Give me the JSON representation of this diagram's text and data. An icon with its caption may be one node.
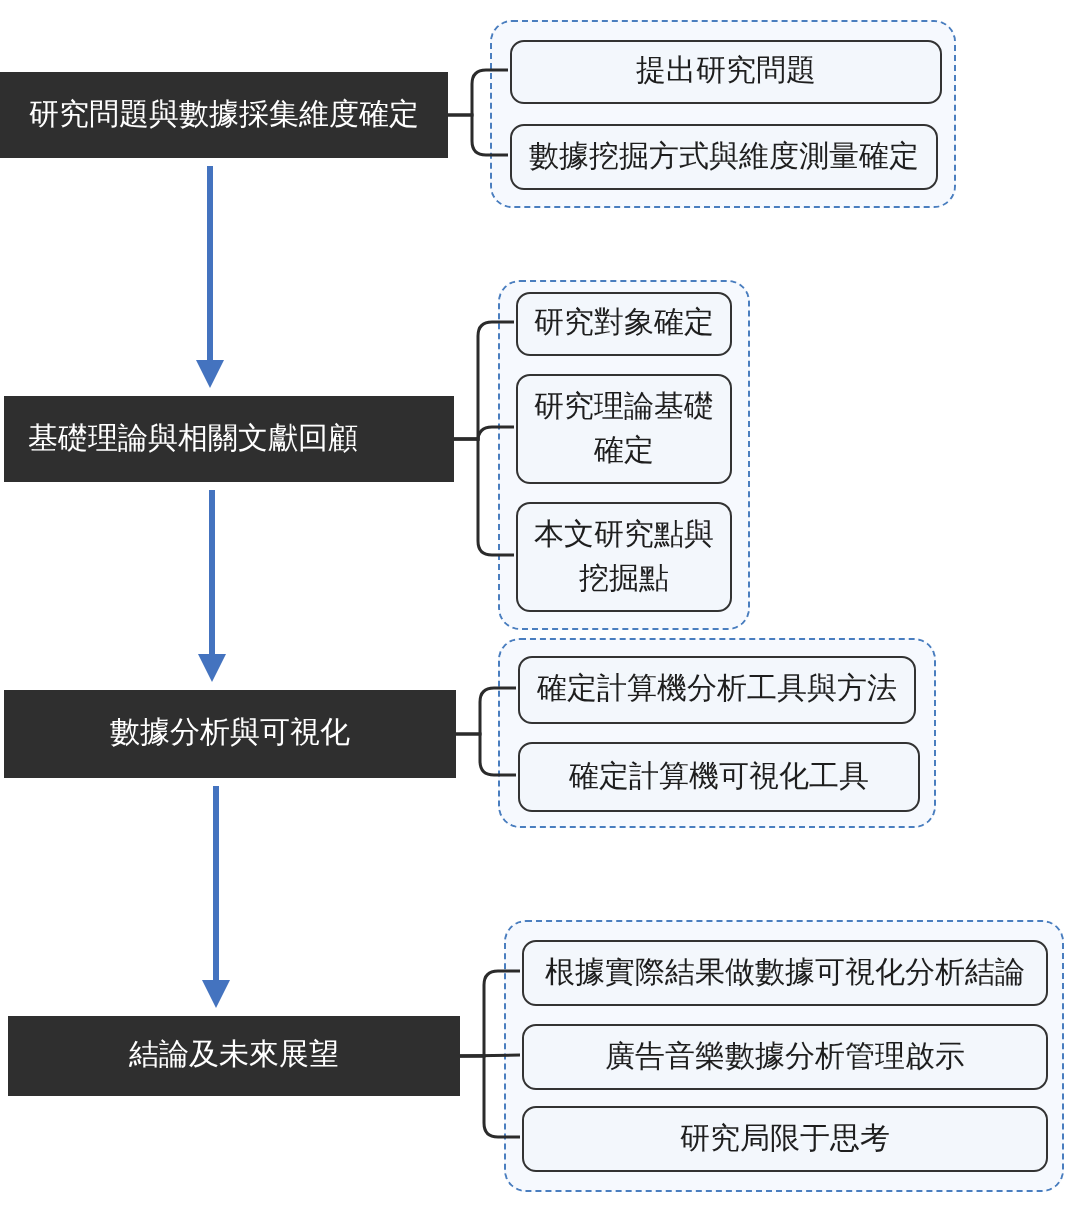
{
  "diagram": {
    "nodes": [
      {
        "text": [
          "研究問題與數據採集維度確定"
        ]
      },
      {
        "text": [],
        "shape": "box"
      },
      {
        "text": [
          "提出研究問題"
        ],
        "in": 1
      },
      {
        "text": [
          "數據挖掘方式與維度測量確定"
        ],
        "in": 1
      },
      {
        "text": [
          "基礎理論與相關文獻回顧"
        ]
      },
      {
        "text": [],
        "shape": "box"
      },
      {
        "text": [
          "研究對象確定"
        ],
        "in": 5
      },
      {
        "text": [
          "研究理論基礎確定"
        ],
        "in": 5
      },
      {
        "text": [
          "本文研究點與挖掘點"
        ],
        "in": 5
      },
      {
        "text": [
          "數據分析與可視化"
        ]
      },
      {
        "text": [],
        "shape": "box"
      },
      {
        "text": [
          "確定計算機分析工具與方法"
        ],
        "in": 10
      },
      {
        "text": [
          "確定計算機可視化工具"
        ],
        "in": 10
      },
      {
        "text": [
          "結論及未來展望"
        ]
      },
      {
        "text": [],
        "shape": "box"
      },
      {
        "text": [
          "根據實際結果做數據可視化分析結論"
        ],
        "in": 14
      },
      {
        "text": [
          "廣告音樂數據分析管理啟示"
        ],
        "in": 14
      },
      {
        "text": [
          "研究局限于思考"
        ],
        "in": 14
      }
    ],
    "edges": [
      {
        "from": 0,
        "to": 2,
        "arrow": "none"
      },
      {
        "from": 0,
        "to": 3,
        "arrow": "none"
      },
      {
        "from": 0,
        "to": 4,
        "arrow": "to",
        "style": "thick",
        "color": "#4473bf"
      },
      {
        "from": 4,
        "to": 6,
        "arrow": "none"
      },
      {
        "from": 4,
        "to": 7,
        "arrow": "none"
      },
      {
        "from": 4,
        "to": 8,
        "arrow": "none"
      },
      {
        "from": 4,
        "to": 9,
        "arrow": "to",
        "style": "thick",
        "color": "#4473bf"
      },
      {
        "from": 9,
        "to": 11,
        "arrow": "none"
      },
      {
        "from": 9,
        "to": 12,
        "arrow": "none"
      },
      {
        "from": 9,
        "to": 13,
        "arrow": "to",
        "style": "thick",
        "color": "#4473bf"
      },
      {
        "from": 13,
        "to": 15,
        "arrow": "none"
      },
      {
        "from": 13,
        "to": 16,
        "arrow": "none"
      },
      {
        "from": 13,
        "to": 17,
        "arrow": "none"
      }
    ]
  }
}
